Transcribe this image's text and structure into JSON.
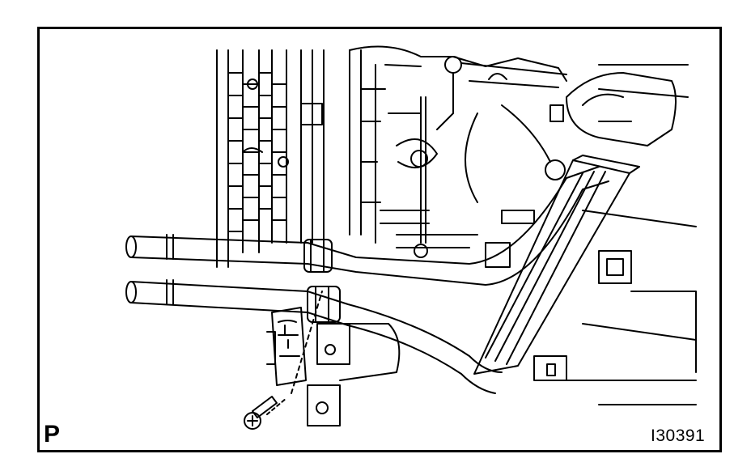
{
  "figure": {
    "view_letter": "P",
    "figure_id": "I30391"
  },
  "illustration": {
    "subject": "heater-hose-pipes-with-clamp-and-screw",
    "line_color": "#000000",
    "background_color": "#ffffff"
  }
}
